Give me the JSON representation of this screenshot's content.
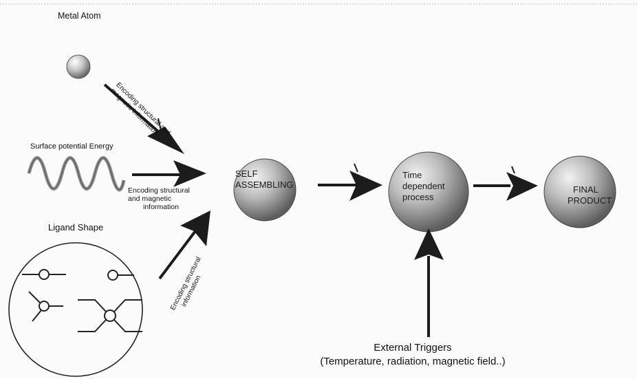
{
  "inputs": {
    "metal_atom": "Metal Atom",
    "surface_energy": "Surface potential Energy",
    "ligand_shape": "Ligand Shape"
  },
  "encodings": {
    "metal": [
      "Encoding structural and",
      "magnetic information"
    ],
    "surface": [
      "Encoding structural",
      "and magnetic",
      "information"
    ],
    "ligand": [
      "Encoding structural",
      "information"
    ]
  },
  "nodes": {
    "self_assembling": [
      "SELF",
      "ASSEMBLING"
    ],
    "time_dependent": [
      "Time",
      "dependent",
      "process"
    ],
    "final_product": [
      "FINAL",
      "PRODUCT"
    ]
  },
  "external": {
    "title": "External Triggers",
    "detail": "(Temperature, radiation, magnetic field..)"
  },
  "colors": {
    "sphere_light": "#e6e6e6",
    "sphere_dark": "#6f6f6f",
    "arrow": "#1c1c1c",
    "wave": "#8a8a8a"
  }
}
